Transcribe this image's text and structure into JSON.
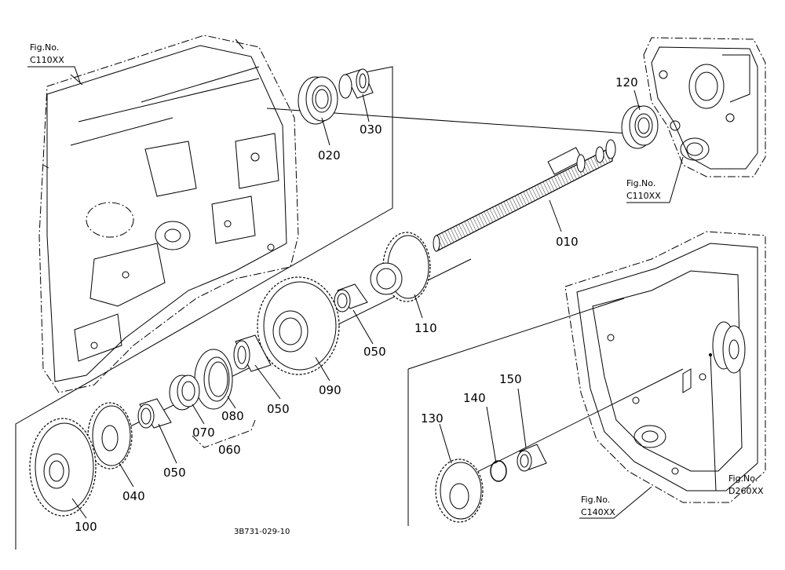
{
  "figure_refs": [
    {
      "id": "ref-top-left",
      "line1": "Fig.No.",
      "line2": "C110XX"
    },
    {
      "id": "ref-top-right",
      "line1": "Fig.No.",
      "line2": "C110XX"
    },
    {
      "id": "ref-bottom-center",
      "line1": "Fig.No.",
      "line2": "C140XX"
    },
    {
      "id": "ref-bottom-right",
      "line1": "Fig.No.",
      "line2": "D260XX"
    }
  ],
  "part_labels": {
    "p010": "010",
    "p020": "020",
    "p030": "030",
    "p040": "040",
    "p050a": "050",
    "p050b": "050",
    "p050c": "050",
    "p060": "060",
    "p070": "070",
    "p080": "080",
    "p090": "090",
    "p100": "100",
    "p110": "110",
    "p120": "120",
    "p130": "130",
    "p140": "140",
    "p150": "150"
  },
  "drawing_code": "3B731-029-10"
}
